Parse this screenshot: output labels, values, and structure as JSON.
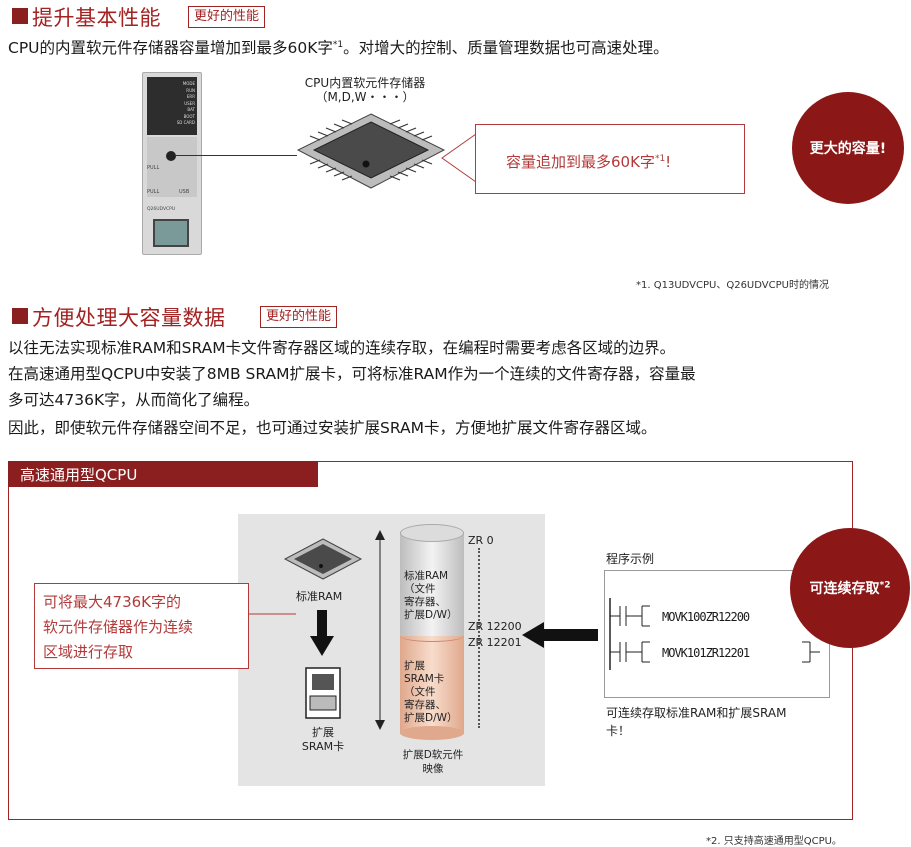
{
  "section1": {
    "title": "提升基本性能",
    "badge": "更好的性能",
    "desc_main": "CPU的内置软元件存储器容量增加到最多60K字",
    "desc_sup": "*1",
    "desc_rest": "。对增大的控制、质量管理数据也可高速处理。",
    "chip_label_line1": "CPU内置软元件存储器",
    "chip_label_line2": "（M,D,W・・・）",
    "callout_main": "容量追加到最多60K字",
    "callout_sup": "*1",
    "callout_end": "!",
    "bubble": "更大的容量!",
    "footnote": "*1. Q13UDVCPU、Q26UDVCPU时的情况",
    "cpu_leds": [
      "MODE",
      "RUN",
      "ERR",
      "USER",
      "BAT",
      "BOOT",
      "SD CARD"
    ],
    "cpu_small": [
      "PULL",
      "PULL",
      "USB",
      "Q26UDVCPU"
    ]
  },
  "section2": {
    "title": "方便处理大容量数据",
    "badge": "更好的性能",
    "lines": [
      "以往无法实现标准RAM和SRAM卡文件寄存器区域的连续存取，在编程时需要考虑各区域的边界。",
      "在高速通用型QCPU中安装了8MB SRAM扩展卡，可将标准RAM作为一个连续的文件寄存器，容量最",
      "多可达4736K字，从而简化了编程。",
      "因此，即使软元件存储器空间不足，也可通过安装扩展SRAM卡，方便地扩展文件寄存器区域。"
    ]
  },
  "panel": {
    "header": "高速通用型QCPU",
    "left_callout": [
      "可将最大4736K字的",
      "软元件存储器作为连续",
      "区域进行存取"
    ],
    "std_ram_label": "标准RAM",
    "sram_card_label": [
      "扩展",
      "SRAM卡"
    ],
    "cyl_top": [
      "标准RAM",
      "（文件",
      "寄存器、",
      "扩展D/W）"
    ],
    "cyl_bottom": [
      "扩展",
      "SRAM卡",
      "（文件",
      "寄存器、",
      "扩展D/W）"
    ],
    "cyl_caption": [
      "扩展D软元件",
      "映像"
    ],
    "zr_labels": [
      "ZR 0",
      "ZR 12200",
      "ZR 12201"
    ],
    "program_title": "程序示例",
    "ladder": [
      "MOVK100ZR12200",
      "MOVK101ZR12201"
    ],
    "program_caption": [
      "可连续存取标准RAM和扩展SRAM",
      "卡！"
    ],
    "bubble_main": "可连续存取",
    "bubble_sup": "*2",
    "footnote": "*2. 只支持高速通用型QCPU。"
  },
  "colors": {
    "accent": "#a32222",
    "bubble": "#8b1717",
    "panel_header": "#8b1e1e",
    "diagram_bg": "#e4e4e4"
  }
}
